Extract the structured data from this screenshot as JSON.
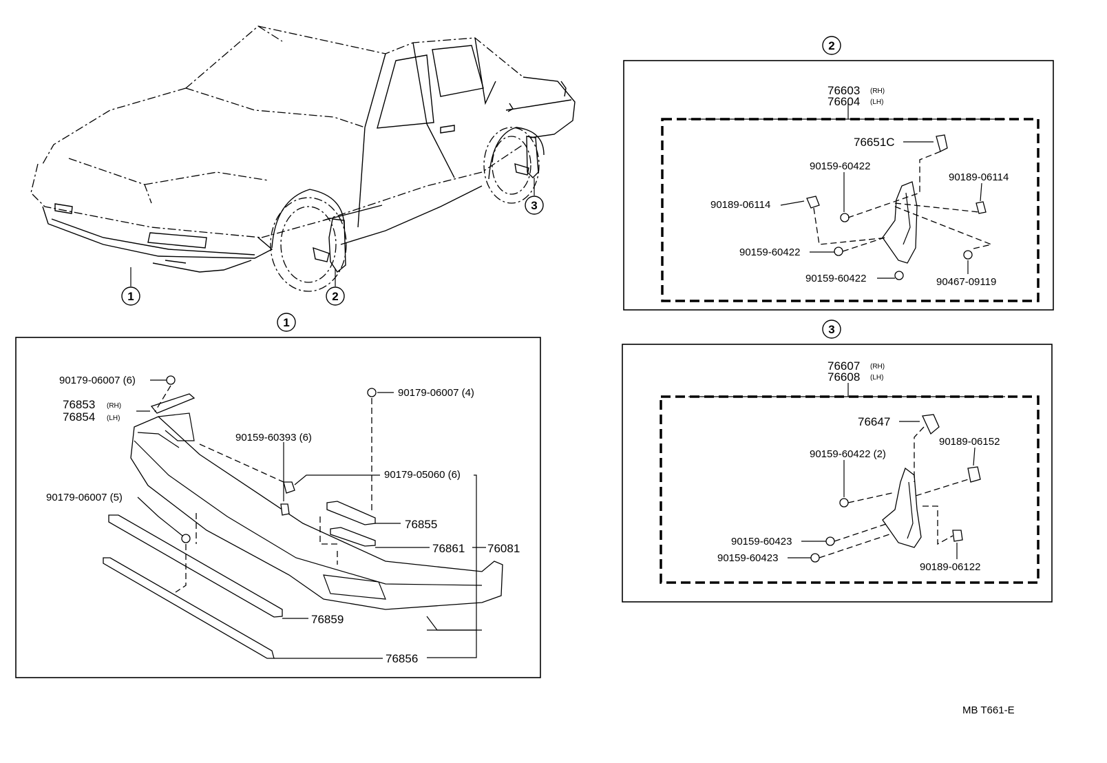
{
  "callouts": {
    "one": "1",
    "two": "2",
    "three": "3"
  },
  "panel1": {
    "title_marker": "1",
    "labels": {
      "nut_top": "90179-06007 (6)",
      "bracket_rh": "76853",
      "bracket_lh": "76854",
      "rh": "(RH)",
      "lh": "(LH)",
      "nut_right": "90179-06007 (4)",
      "screw": "90159-60393 (6)",
      "clip": "90179-05060 (6)",
      "nut_left": "90179-06007 (5)",
      "p76855": "76855",
      "p76861": "76861",
      "p76081": "76081",
      "p76859": "76859",
      "p76856": "76856"
    }
  },
  "panel2": {
    "title_marker": "2",
    "labels": {
      "rh_part": "76603",
      "lh_part": "76604",
      "rh": "(RH)",
      "lh": "(LH)",
      "p76651c": "76651C",
      "screw_top": "90159-60422",
      "clip_left": "90189-06114",
      "clip_right": "90189-06114",
      "screw_mid": "90159-60422",
      "screw_bottom": "90159-60422",
      "screw_right": "90467-09119"
    }
  },
  "panel3": {
    "title_marker": "3",
    "labels": {
      "rh_part": "76607",
      "lh_part": "76608",
      "rh": "(RH)",
      "lh": "(LH)",
      "p76647": "76647",
      "screw_top": "90159-60422 (2)",
      "clip_right_top": "90189-06152",
      "screw_a": "90159-60423",
      "screw_b": "90159-60423",
      "clip_right_bottom": "90189-06122"
    }
  },
  "footer": {
    "code": "MB T661-E"
  }
}
